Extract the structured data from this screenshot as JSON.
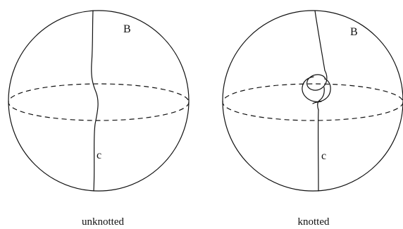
{
  "panels": [
    {
      "id": "unknotted",
      "ball_label": "B",
      "curve_label": "c",
      "caption": "unknotted"
    },
    {
      "id": "knotted",
      "ball_label": "B",
      "curve_label": "c",
      "caption": "knotted"
    }
  ]
}
